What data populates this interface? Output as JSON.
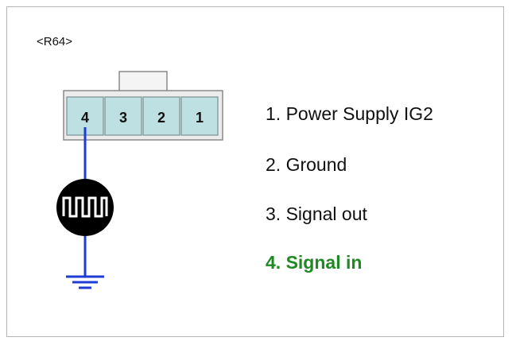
{
  "connector": {
    "label": "<R64>"
  },
  "pins": [
    {
      "number": "4"
    },
    {
      "number": "3"
    },
    {
      "number": "2"
    },
    {
      "number": "1"
    }
  ],
  "legend": [
    {
      "text": "1. Power Supply IG2"
    },
    {
      "text": "2. Ground"
    },
    {
      "text": "3. Signal out"
    },
    {
      "text": "4. Signal in"
    }
  ],
  "colors": {
    "connector_fill": "#bfe0e3",
    "wire": "#1f3bd6",
    "highlight": "#1f8a22"
  },
  "icons": {
    "sensor": "square-wave-icon",
    "ground": "ground-icon"
  }
}
